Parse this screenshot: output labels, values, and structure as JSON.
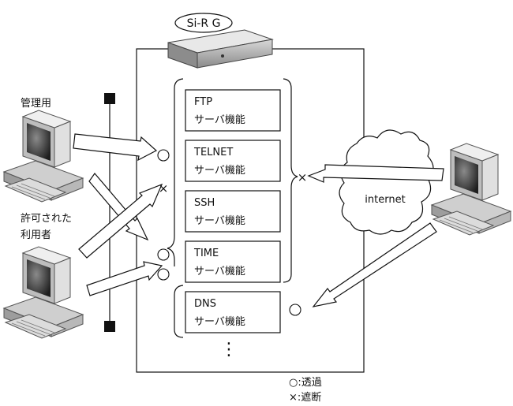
{
  "router": {
    "label": "Si-R G"
  },
  "services": [
    {
      "name": "FTP",
      "sub": "サーバ機能"
    },
    {
      "name": "TELNET",
      "sub": "サーバ機能"
    },
    {
      "name": "SSH",
      "sub": "サーバ機能"
    },
    {
      "name": "TIME",
      "sub": "サーバ機能"
    },
    {
      "name": "DNS",
      "sub": "サーバ機能"
    }
  ],
  "clients": {
    "admin": "管理用",
    "allowed_line1": "許可された",
    "allowed_line2": "利用者"
  },
  "internet": {
    "label": "internet"
  },
  "symbols": {
    "pass": "○",
    "block": "×",
    "continuation": "⋮"
  },
  "legend": {
    "pass": "○:透過",
    "block": "×:遮断"
  }
}
